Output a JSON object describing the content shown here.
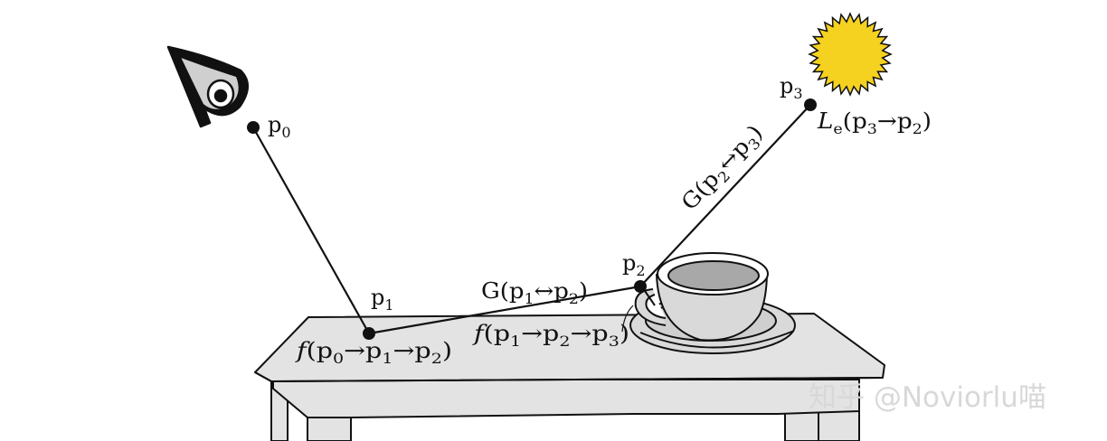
{
  "points": {
    "p0": {
      "base": "p",
      "sub": "0"
    },
    "p1": {
      "base": "p",
      "sub": "1"
    },
    "p2": {
      "base": "p",
      "sub": "2"
    },
    "p3": {
      "base": "p",
      "sub": "3"
    }
  },
  "terms": {
    "f1": {
      "fn": "f",
      "open": "(p",
      "s1": "0",
      "a1": "→p",
      "s2": "1",
      "a2": "→p",
      "s3": "2",
      "close": ")"
    },
    "g12": {
      "fn": "G",
      "open": "(p",
      "s1": "1",
      "a1": "↔p",
      "s2": "2",
      "close": ")"
    },
    "f2": {
      "fn": "f",
      "open": "(p",
      "s1": "1",
      "a1": "→p",
      "s2": "2",
      "a2": "→p",
      "s3": "3",
      "close": ")"
    },
    "g23": {
      "fn": "G",
      "open": "(p",
      "s1": "2",
      "a1": "↔p",
      "s2": "3",
      "close": ")"
    },
    "le": {
      "fn": "L",
      "fnsub": "e",
      "open": "(p",
      "s1": "3",
      "a1": "→p",
      "s2": "2",
      "close": ")"
    }
  },
  "watermark": "知乎 @Noviorlu喵",
  "colors": {
    "ink": "#111111",
    "table": "#e3e3e3",
    "cup": "#d9d9d9",
    "sun_fill": "#f5d21f",
    "sun_stroke": "#111111",
    "watermark": "#d8d8d8"
  },
  "icons": [
    "eye-icon",
    "sun-icon",
    "coffee-cup",
    "table"
  ]
}
